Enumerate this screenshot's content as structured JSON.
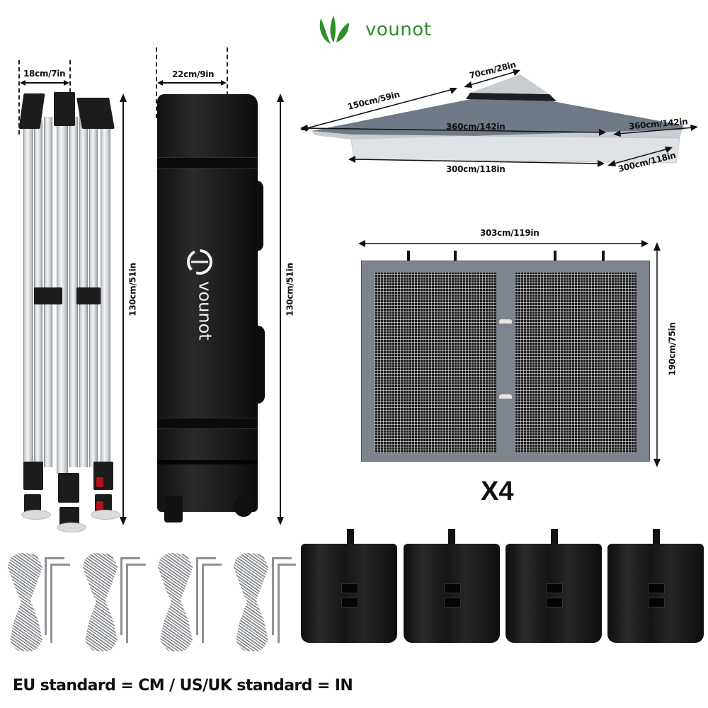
{
  "brand": {
    "name": "vounot",
    "color": "#2f8f2a",
    "logo_icon": "leaf-logo-icon"
  },
  "frame": {
    "width_label": "18cm/7in",
    "height_label": "130cm/51in"
  },
  "carry_bag": {
    "width_label": "22cm/9in",
    "height_label": "130cm/51in",
    "printed_brand": "vounot"
  },
  "canopy": {
    "top_vent_label": "70cm/28in",
    "roof_slope_label": "150cm/59in",
    "roof_width_front_label": "360cm/142in",
    "roof_width_side_label": "360cm/142in",
    "base_width_front_label": "300cm/118in",
    "base_width_side_label": "300cm/118in",
    "roof_color": "#6f7a86",
    "top_color": "#c9cdd1"
  },
  "sidewall": {
    "width_label": "303cm/119in",
    "height_label": "190cm/75in",
    "quantity_label": "X4",
    "panel_color": "#7d848d"
  },
  "accessories": {
    "ropes_count": 4,
    "stakes_count": 8,
    "sandbags_count": 4
  },
  "footer": {
    "note": "EU standard = CM / US/UK standard = IN"
  }
}
